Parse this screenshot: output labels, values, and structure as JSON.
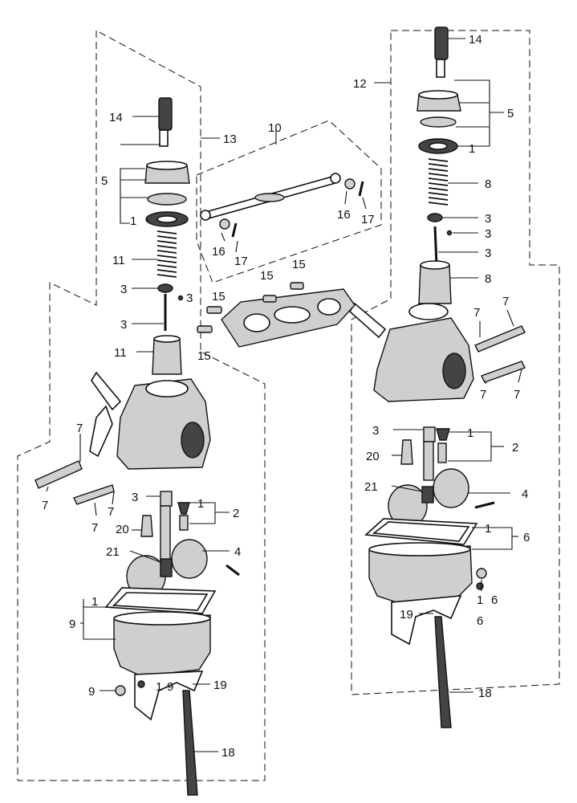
{
  "callouts": {
    "l14": "14",
    "l13": "13",
    "l5": "5",
    "l1a": "1",
    "l11a": "11",
    "l3a": "3",
    "l3b": "3",
    "l3c": "3",
    "l11b": "11",
    "l7a": "7",
    "l7b": "7",
    "l7c": "7",
    "l7d": "7",
    "l3d": "3",
    "l1b": "1",
    "l2": "2",
    "l20": "20",
    "l21": "21",
    "l4": "4",
    "l1c": "1",
    "l9a": "9",
    "l9b": "9",
    "l1d": "1",
    "l9c": "9",
    "l19": "19",
    "l18": "18",
    "r14": "14",
    "r12": "12",
    "r5": "5",
    "r1a": "1",
    "r8a": "8",
    "r3a": "3",
    "r3b": "3",
    "r3c": "3",
    "r8b": "8",
    "r7a": "7",
    "r7b": "7",
    "r7c": "7",
    "r7d": "7",
    "r3d": "3",
    "r1b": "1",
    "r2": "2",
    "r20": "20",
    "r21": "21",
    "r4": "4",
    "r1c": "1",
    "r6a": "6",
    "r1d": "1",
    "r6b": "6",
    "r6c": "6",
    "r19": "19",
    "r18": "18",
    "c10": "10",
    "c16a": "16",
    "c17a": "17",
    "c16b": "16",
    "c17b": "17",
    "c15a": "15",
    "c15b": "15",
    "c15c": "15",
    "c15d": "15"
  }
}
